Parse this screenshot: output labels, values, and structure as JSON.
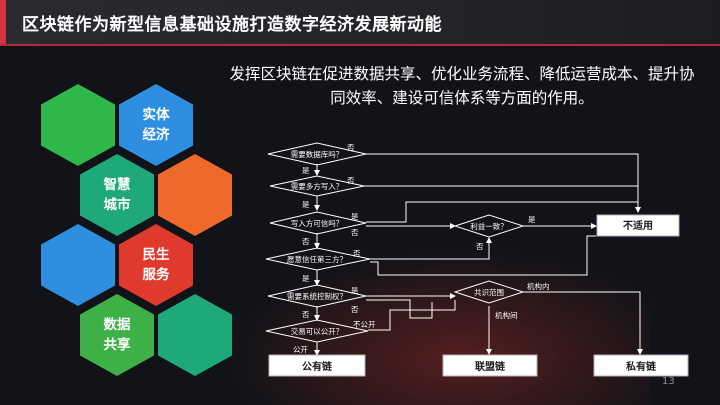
{
  "slide": {
    "title": "区块链作为新型信息基础设施打造数字经济发展新动能",
    "intro": "发挥区块链在促进数据共享、优化业务流程、降低运营成本、提升协同效率、建设可信体系等方面的作用。",
    "page_number": "13"
  },
  "hexagons": [
    {
      "line1": "",
      "line2": "",
      "color": "#2fb84a"
    },
    {
      "line1": "实体",
      "line2": "经济",
      "color": "#2e8fe0"
    },
    {
      "line1": "智慧",
      "line2": "城市",
      "color": "#1fa979"
    },
    {
      "line1": "",
      "line2": "",
      "color": "#ef6a2a"
    },
    {
      "line1": "",
      "line2": "",
      "color": "#2e8fe0"
    },
    {
      "line1": "民生",
      "line2": "服务",
      "color": "#e0392e"
    },
    {
      "line1": "数据",
      "line2": "共享",
      "color": "#3db148"
    },
    {
      "line1": "",
      "line2": "",
      "color": "#1fa979"
    }
  ],
  "flowchart": {
    "decisions": {
      "d1": "需要数据库吗？",
      "d2": "需要多方写入？",
      "d3": "写入方可信吗？",
      "d4": "愿意信任第三方？",
      "d5": "需要系统控制权？",
      "d6": "交易可以公开？",
      "d7": "利益一致？",
      "d8": "共识范围"
    },
    "labels": {
      "no": "否",
      "yes": "是",
      "not_public": "不公开",
      "public": "公开",
      "within_org": "机构内",
      "between_orgs": "机构间"
    },
    "outcomes": {
      "not_applicable": "不适用",
      "public_chain": "公有链",
      "consortium_chain": "联盟链",
      "private_chain": "私有链"
    }
  }
}
